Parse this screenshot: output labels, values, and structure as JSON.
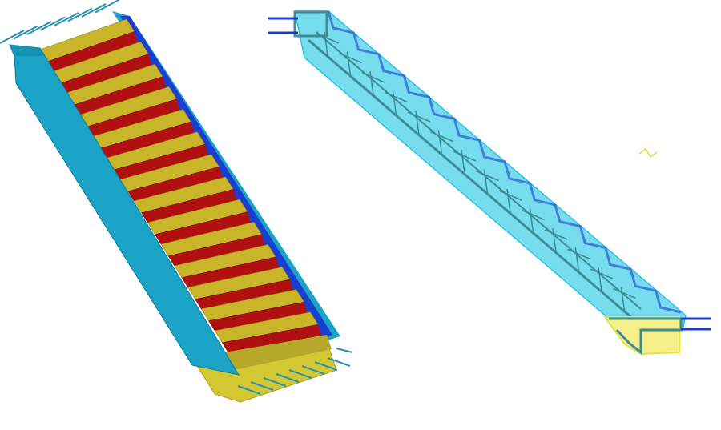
{
  "colors": {
    "background": "#ffffff",
    "stringer": "#1aa3c4",
    "stringer_dark": "#0e7f9c",
    "tread": "#c8b52a",
    "riser": "#b01010",
    "edge_blue": "#1a3fd0",
    "landing": "#d4c832",
    "rebar": "#2a8fb0",
    "wire_fill": "#5fd6ea",
    "wire_stroke": "#3a8c98",
    "wire_yellow": "#f5f08a",
    "bar_blue": "#1c3cc8"
  },
  "left_model": {
    "view": "solid",
    "steps": 14
  },
  "right_model": {
    "view": "wireframe",
    "steps": 14
  }
}
